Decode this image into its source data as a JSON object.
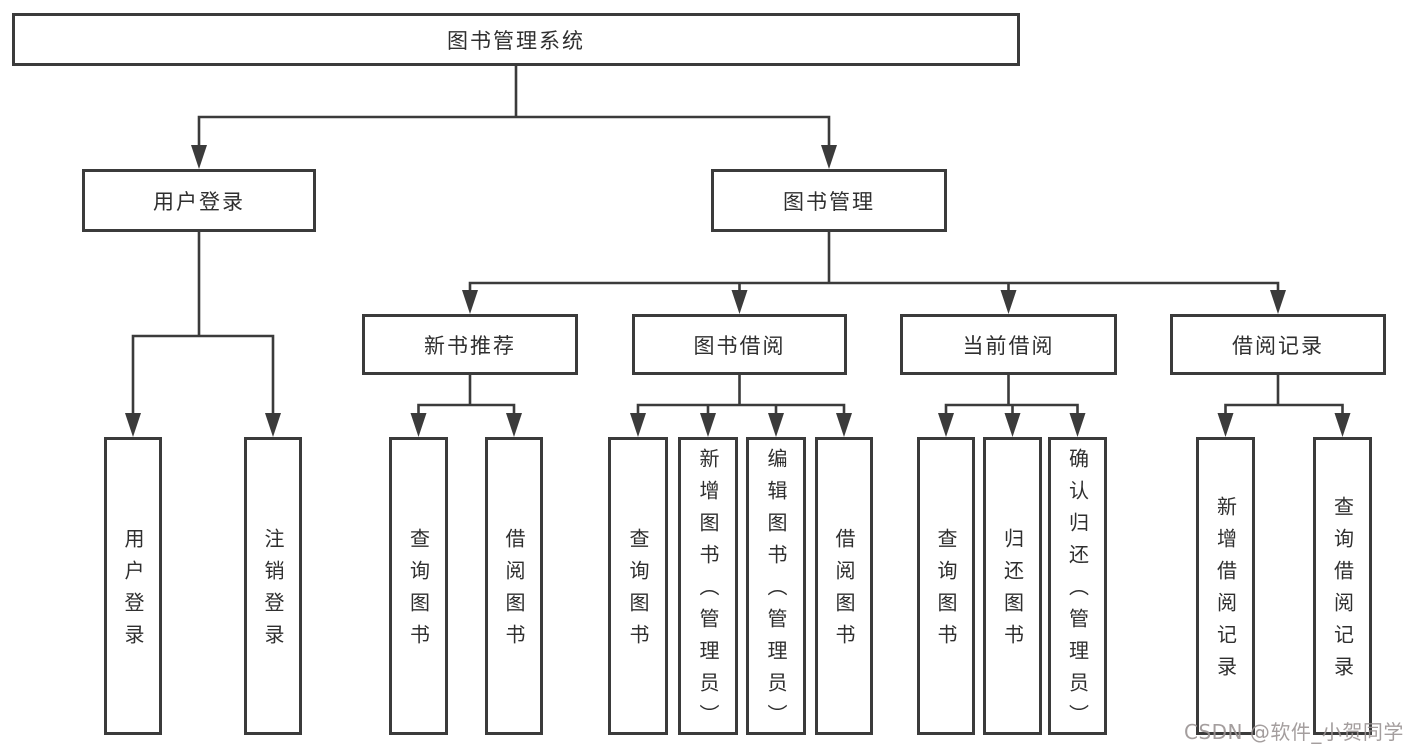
{
  "diagram": {
    "title": "图书管理系统",
    "nodes": [
      {
        "id": "root",
        "label": "图书管理系统",
        "parent": null
      },
      {
        "id": "user-login",
        "label": "用户登录",
        "parent": "root"
      },
      {
        "id": "book-management",
        "label": "图书管理",
        "parent": "root"
      },
      {
        "id": "login",
        "label": "用户登录",
        "parent": "user-login"
      },
      {
        "id": "logout",
        "label": "注销登录",
        "parent": "user-login"
      },
      {
        "id": "new-book-recommend",
        "label": "新书推荐",
        "parent": "book-management"
      },
      {
        "id": "book-borrowing",
        "label": "图书借阅",
        "parent": "book-management"
      },
      {
        "id": "current-borrowing",
        "label": "当前借阅",
        "parent": "book-management"
      },
      {
        "id": "borrowing-records",
        "label": "借阅记录",
        "parent": "book-management"
      },
      {
        "id": "query-books-recommend",
        "label": "查询图书",
        "parent": "new-book-recommend"
      },
      {
        "id": "borrow-books-recommend",
        "label": "借阅图书",
        "parent": "new-book-recommend"
      },
      {
        "id": "query-books-borrowing",
        "label": "查询图书",
        "parent": "book-borrowing"
      },
      {
        "id": "add-books-admin",
        "label": "新增图书（管理员）",
        "parent": "book-borrowing"
      },
      {
        "id": "edit-books-admin",
        "label": "编辑图书（管理员）",
        "parent": "book-borrowing"
      },
      {
        "id": "borrow-books-borrowing",
        "label": "借阅图书",
        "parent": "book-borrowing"
      },
      {
        "id": "query-books-current",
        "label": "查询图书",
        "parent": "current-borrowing"
      },
      {
        "id": "return-books",
        "label": "归还图书",
        "parent": "current-borrowing"
      },
      {
        "id": "confirm-return-admin",
        "label": "确认归还（管理员）",
        "parent": "current-borrowing"
      },
      {
        "id": "add-borrow-record",
        "label": "新增借阅记录",
        "parent": "borrowing-records"
      },
      {
        "id": "query-borrow-record",
        "label": "查询借阅记录",
        "parent": "borrowing-records"
      }
    ]
  },
  "watermark": {
    "text": "CSDN @软件_小贺同学"
  },
  "colors": {
    "line": "#3b3b3b",
    "box_border": "#3b3b3b",
    "box_background": "#ffffff",
    "text": "#2f2f2f",
    "watermark": "#9b9494"
  }
}
